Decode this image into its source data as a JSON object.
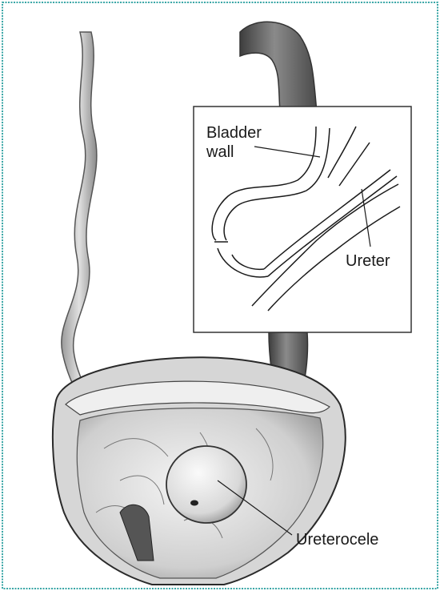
{
  "labels": {
    "bladder_wall_line1": "Bladder",
    "bladder_wall_line2": "wall",
    "ureter": "Ureter",
    "ureterocele": "Ureterocele"
  },
  "colors": {
    "frame": "#3aa6a6",
    "ink": "#1a1a1a",
    "tissue_light": "#e6e6e6",
    "tissue_mid": "#b9b9b9",
    "tissue_dark": "#6f6f6f",
    "ureter_dark": "#5a5a5a"
  }
}
